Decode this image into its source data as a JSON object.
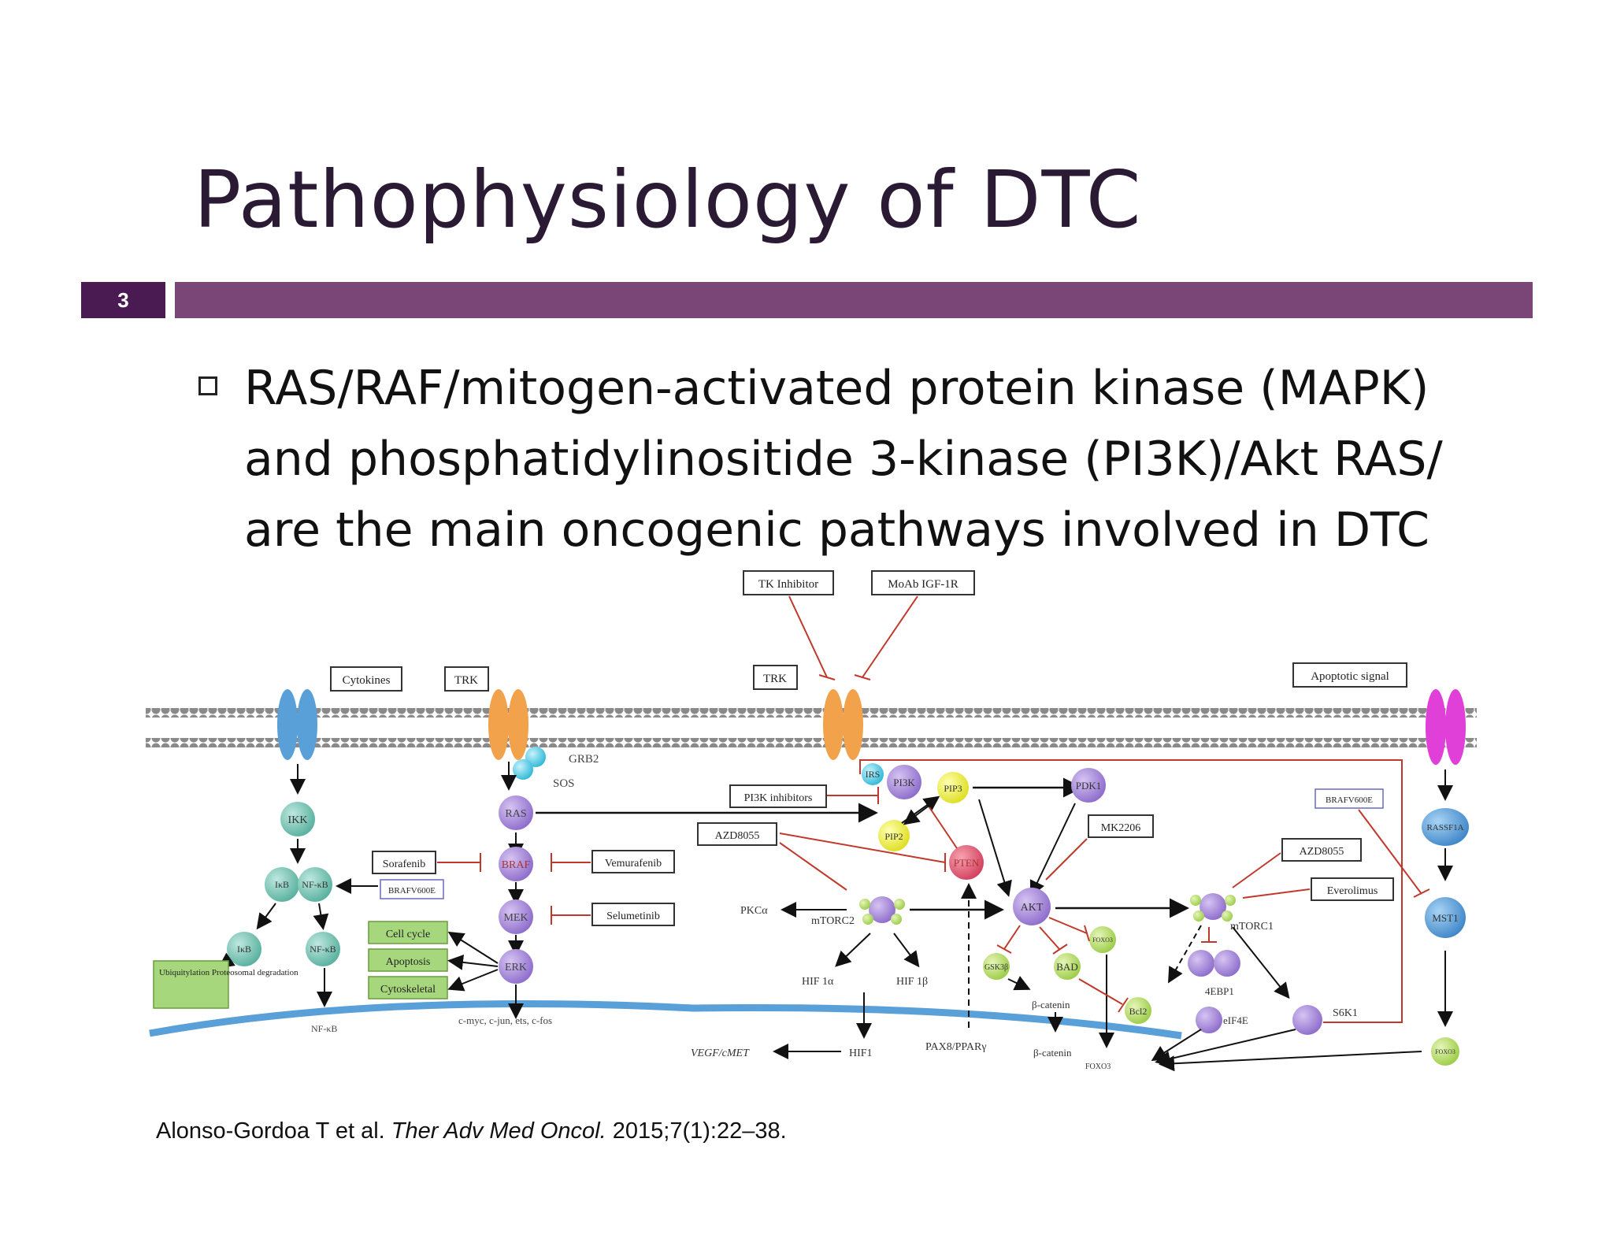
{
  "slide": {
    "title": "Pathophysiology of DTC",
    "page_number": "3",
    "bullet": "RAS/RAF/mitogen-activated protein kinase (MAPK) and phosphatidylinositide 3-kinase (PI3K)/Akt RAS/ are the main oncogenic pathways involved in DTC"
  },
  "citation": {
    "authors": "Alonso-Gordoa T et al. ",
    "journal": "Ther Adv Med Oncol.",
    "ref": " 2015;7(1):22–38."
  },
  "diagram": {
    "boxes": {
      "tk_inhibitor": "TK Inhibitor",
      "moab": "MoAb IGF-1R",
      "cytokines": "Cytokines",
      "trk_left": "TRK",
      "trk_center": "TRK",
      "apoptotic_signal": "Apoptotic signal",
      "pi3k_inhibitors": "PI3K inhibitors",
      "azd8055_left": "AZD8055",
      "mk2206": "MK2206",
      "azd8055_right": "AZD8055",
      "everolimus": "Everolimus",
      "braf_v600e_right": "BRAFV600E",
      "sorafenib": "Sorafenib",
      "vemurafenib": "Vemurafenib",
      "braf_v600e_left": "BRAFV600E",
      "selumetinib": "Selumetinib",
      "cell_cycle": "Cell cycle",
      "apoptosis": "Apoptosis",
      "cytoskeletal": "Cytoskeletal",
      "ubiquitylation": "Ubiquitylation Proteosomal degradation"
    },
    "nodes": {
      "ikk": "IKK",
      "ikb": "IκB",
      "nfkb": "NF-κB",
      "ikb2": "IκB",
      "nfkb2": "NF-κB",
      "ras": "RAS",
      "braf": "BRAF",
      "mek": "MEK",
      "erk": "ERK",
      "irs": "IRS",
      "pi3k": "PI3K",
      "pip3": "PIP3",
      "pip2": "PIP2",
      "pten": "PTEN",
      "pdk1": "PDK1",
      "akt": "AKT",
      "foxo3_a": "FOXO3",
      "gsk3b": "GSK3β",
      "bad": "BAD",
      "bcl2": "Bcl2",
      "rassf1a": "RASSF1A",
      "mst1": "MST1",
      "foxo3_b": "FOXO3"
    },
    "labels": {
      "grb2": "GRB2",
      "sos": "SOS",
      "pkca": "PKCα",
      "mtorc2": "mTORC2",
      "mtorc1": "mTORC1",
      "hif1a": "HIF 1α",
      "hif1b": "HIF 1β",
      "hif1": "HIF1",
      "vegf": "VEGF/cMET",
      "pax8": "PAX8/PPARγ",
      "bcatenin1": "β-catenin",
      "bcatenin2": "β-catenin",
      "foxo3_c": "FOXO3",
      "fourebp1": "4EBP1",
      "eif4e": "eIF4E",
      "s6k1": "S6K1",
      "nfkb_bottom": "NF-κB",
      "cmyc": "c-myc, c-jun, ets, c-fos"
    },
    "colors": {
      "blue_receptor": "#5aa0d8",
      "orange_receptor": "#f2a24a",
      "magenta_receptor": "#e040d8",
      "teal_node": "#6fc4b4",
      "purple_node": "#a98ad6",
      "red_node": "#e2607a",
      "yellow_node": "#eef04a",
      "inhibitor_red": "#c0392b"
    }
  }
}
